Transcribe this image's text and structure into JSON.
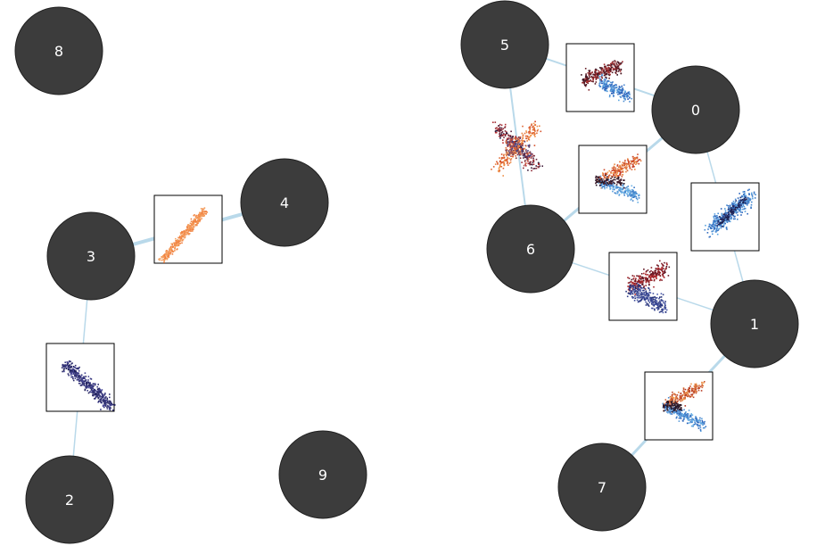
{
  "nodes": [
    {
      "id": "0",
      "label": "0"
    },
    {
      "id": "1",
      "label": "1"
    },
    {
      "id": "2",
      "label": "2"
    },
    {
      "id": "3",
      "label": "3"
    },
    {
      "id": "4",
      "label": "4"
    },
    {
      "id": "5",
      "label": "5"
    },
    {
      "id": "6",
      "label": "6"
    },
    {
      "id": "7",
      "label": "7"
    },
    {
      "id": "8",
      "label": "8"
    },
    {
      "id": "9",
      "label": "9"
    }
  ],
  "edges": [
    {
      "from": "3",
      "to": "4",
      "plot": "orange-diagonal-streak"
    },
    {
      "from": "3",
      "to": "2",
      "plot": "navy-diagonal-streak"
    },
    {
      "from": "5",
      "to": "0",
      "plot": "dark-red-and-blue-wedge"
    },
    {
      "from": "5",
      "to": "6",
      "plot": "red-orange-x-cluster"
    },
    {
      "from": "6",
      "to": "0",
      "plot": "orange-and-blue-fan"
    },
    {
      "from": "0",
      "to": "1",
      "plot": "blue-tilted-cloud"
    },
    {
      "from": "6",
      "to": "1",
      "plot": "red-and-navy-wedge"
    },
    {
      "from": "1",
      "to": "7",
      "plot": "orange-and-blue-x-fan"
    }
  ],
  "colors": {
    "node_fill": "#3c3c3c",
    "node_stroke": "#202020",
    "node_text": "#ffffff",
    "edge": "#b9d9ea",
    "thumb_border": "#000000"
  }
}
